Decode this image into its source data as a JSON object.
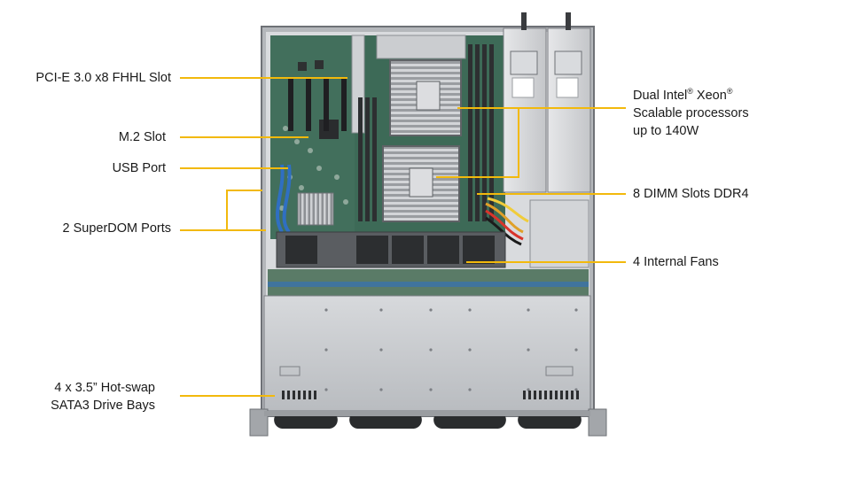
{
  "colors": {
    "leader": "#f2b90c",
    "chassis": "#c9ccd0",
    "board": "#3f6b58",
    "frame": "#8f9297"
  },
  "left_labels": {
    "pcie": "PCI-E 3.0 x8 FHHL Slot",
    "m2": "M.2 Slot",
    "usb": "USB Port",
    "superdom": "2 SuperDOM Ports",
    "bays_line1": "4 x 3.5” Hot-swap",
    "bays_line2": "SATA3 Drive Bays"
  },
  "right_labels": {
    "cpu_line1_a": "Dual Intel",
    "cpu_line1_reg1": "®",
    "cpu_line1_b": " Xeon",
    "cpu_line1_reg2": "®",
    "cpu_line2": "Scalable processors",
    "cpu_line3": "up to 140W",
    "dimm": "8 DIMM Slots DDR4",
    "fans": "4 Internal Fans"
  }
}
